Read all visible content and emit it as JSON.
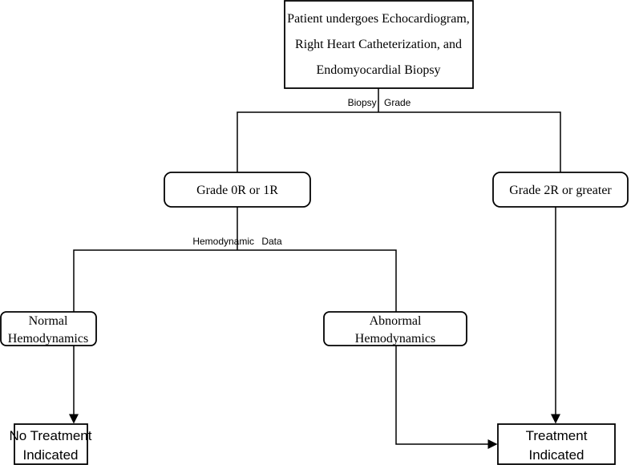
{
  "nodes": {
    "start": [
      "Patient undergoes Echocardiogram,",
      "Right Heart Catheterization, and",
      "Endomyocardial Biopsy"
    ],
    "grade_low": "Grade 0R or 1R",
    "grade_high": "Grade 2R or greater",
    "normal": [
      "Normal",
      "Hemodynamics"
    ],
    "abnormal": [
      "Abnormal",
      "Hemodynamics"
    ],
    "no_treatment": [
      "No Treatment",
      "Indicated"
    ],
    "treatment": [
      "Treatment",
      "Indicated"
    ]
  },
  "edge_labels": {
    "biopsy": "Biopsy Grade",
    "hemodynamic": "Hemodynamic Data"
  }
}
